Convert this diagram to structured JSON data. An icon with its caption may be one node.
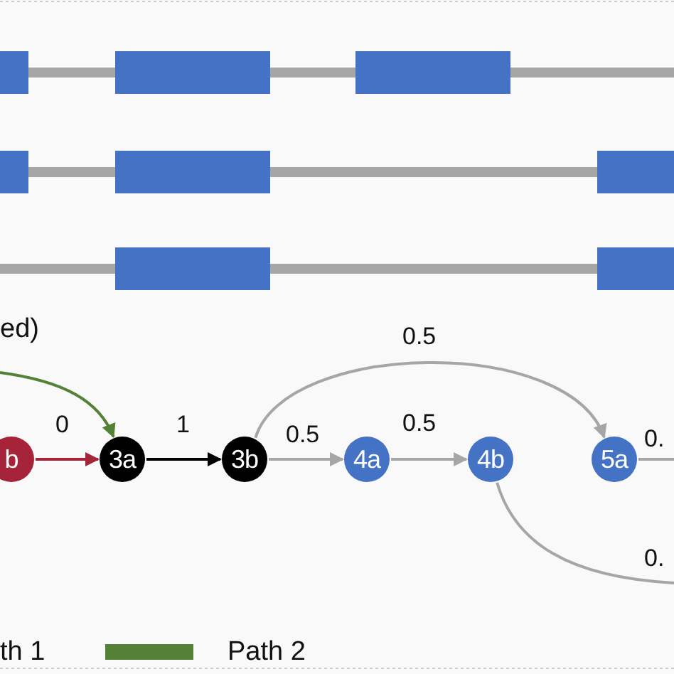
{
  "diagram": {
    "nodes": [
      {
        "text": [
          "b"
        ]
      },
      {
        "text": [
          "3a"
        ]
      },
      {
        "text": [
          "3b"
        ]
      },
      {
        "text": [
          "4a"
        ]
      },
      {
        "text": [
          "4b"
        ]
      },
      {
        "text": [
          "5a"
        ]
      }
    ],
    "edges": [
      {
        "from": 0,
        "to": 1,
        "arrow": "to",
        "label": "0",
        "color": "#a5243a"
      },
      {
        "from": null,
        "to": 1,
        "arrow": "to",
        "color": "#538135"
      },
      {
        "from": 1,
        "to": 2,
        "arrow": "to",
        "label": "1",
        "color": "#000000"
      },
      {
        "from": 2,
        "to": 3,
        "arrow": "to",
        "label": "0.5"
      },
      {
        "from": 2,
        "to": 5,
        "arrow": "to",
        "label": "0.5"
      },
      {
        "from": 3,
        "to": 4,
        "arrow": "to",
        "label": "0.5"
      },
      {
        "from": 5,
        "to": null,
        "arrow": "none",
        "label": "0."
      },
      {
        "from": 4,
        "to": null,
        "arrow": "none",
        "label": "0."
      }
    ],
    "labels": [
      "ed)"
    ],
    "legend": [
      {
        "text": "th 1"
      },
      {
        "text": "Path 2",
        "color": "#538135"
      }
    ]
  }
}
